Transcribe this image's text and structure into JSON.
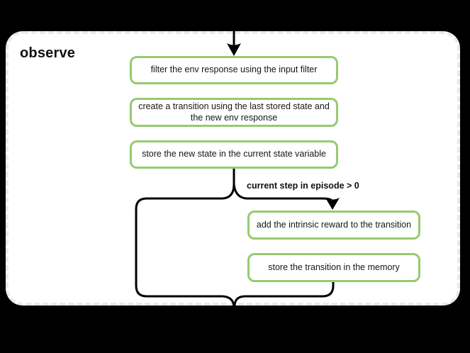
{
  "colors": {
    "page_background": "#000000",
    "card_background": "#ffffff",
    "card_dashed_border": "#e9e9e9",
    "node_border_green": "#97ca6e",
    "connector_black": "#000000",
    "text": "#111111"
  },
  "diagram": {
    "title": "observe",
    "steps": [
      {
        "label": "filter the env response using the input filter"
      },
      {
        "label": "create a transition using the last stored state and the new env response"
      },
      {
        "label": "store the new state in the current state variable"
      }
    ],
    "condition": {
      "label": "current step in episode > 0"
    },
    "branch_steps": [
      {
        "label": "add the intrinsic reward to the transition"
      },
      {
        "label": "store the transition in the memory"
      }
    ]
  }
}
